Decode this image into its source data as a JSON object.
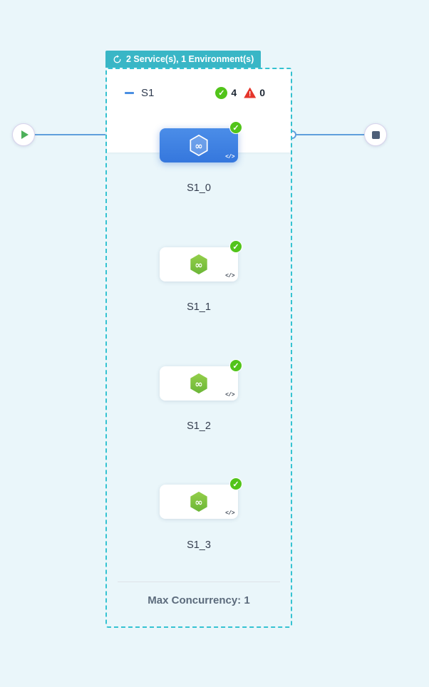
{
  "flow": {
    "group": {
      "badge_label": "2 Service(s), 1 Environment(s)",
      "stage": {
        "title": "S1",
        "success_count": "4",
        "error_count": "0"
      },
      "nodes": [
        {
          "label": "S1_0",
          "selected": true
        },
        {
          "label": "S1_1",
          "selected": false
        },
        {
          "label": "S1_2",
          "selected": false
        },
        {
          "label": "S1_3",
          "selected": false
        }
      ],
      "footer_label": "Max Concurrency: 1"
    }
  },
  "icons": {
    "check": "✓",
    "exclamation": "!",
    "infinity": "∞",
    "code": "</>"
  },
  "colors": {
    "background": "#eaf6fa",
    "badge_teal": "#39b6c6",
    "group_border": "#35c3d2",
    "selected_node_blue": "#3b7de0",
    "hexagon_green": "#7cc043",
    "success_green": "#52c41a",
    "error_red": "#e5352b",
    "edge_blue": "#5f9fdc"
  }
}
